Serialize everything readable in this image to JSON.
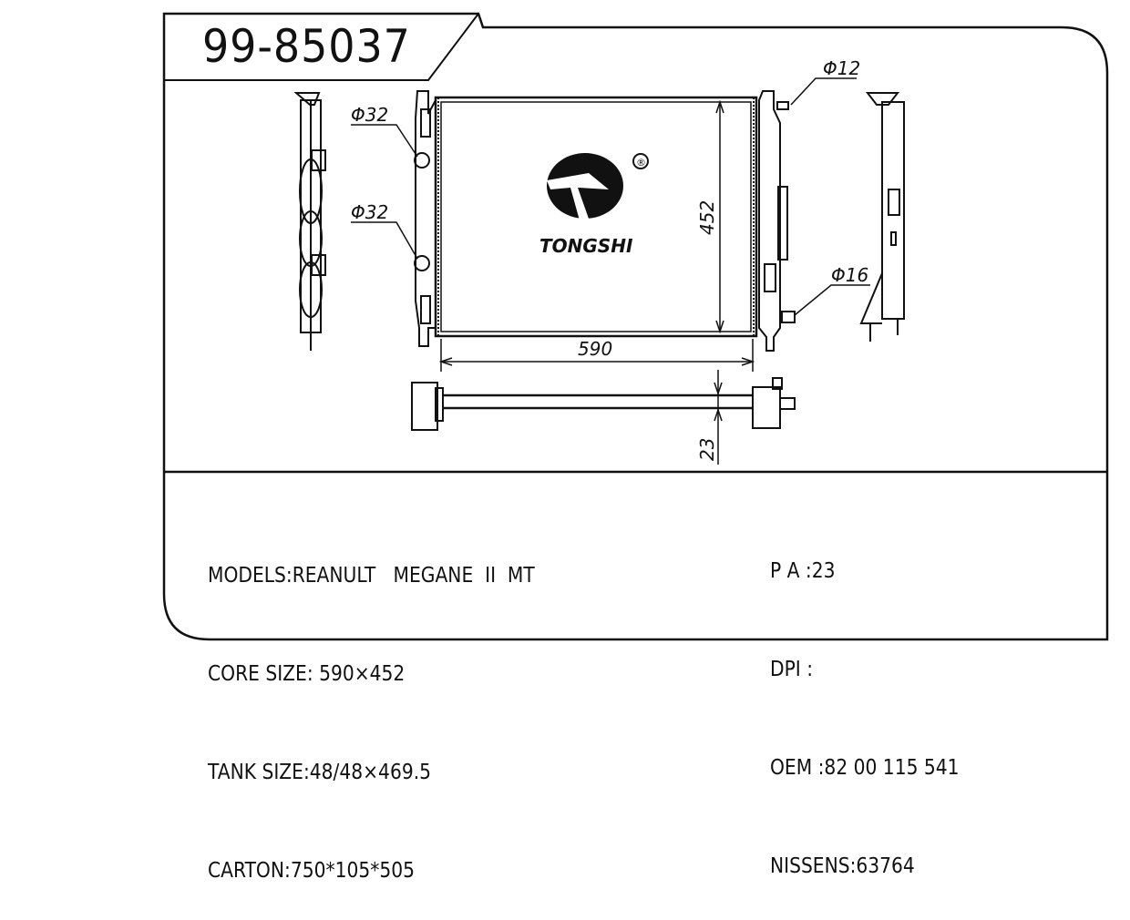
{
  "title": "99-85037",
  "brand": {
    "name": "TONGSHI",
    "registered_mark": "®"
  },
  "dimensions": {
    "inlet_top": "Φ32",
    "inlet_bottom": "Φ32",
    "outlet_top": "Φ12",
    "outlet_bottom": "Φ16",
    "height": "452",
    "width": "590",
    "thickness": "23"
  },
  "specs_left": [
    "MODELS:REANULT   MEGANE  II  MT",
    "CORE SIZE: 590×452",
    "TANK SIZE:48/48×469.5",
    "CARTON:750*105*505"
  ],
  "specs_right": [
    "P A :23",
    "DPI :",
    "OEM :82 00 115 541",
    "NISSENS:63764"
  ]
}
